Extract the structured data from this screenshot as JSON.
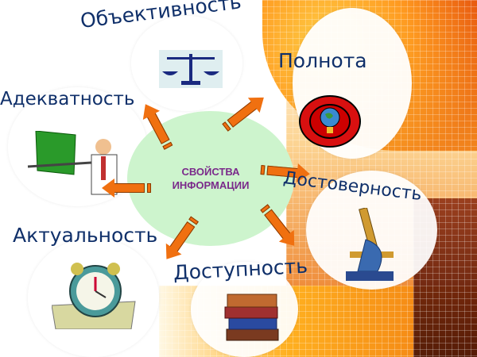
{
  "center": {
    "line1": "СВОЙСТВА",
    "line2": "ИНФОРМАЦИИ"
  },
  "properties": [
    {
      "label": "Объективность",
      "icon": "scales-icon"
    },
    {
      "label": "Полнота",
      "icon": "globe-icon"
    },
    {
      "label": "Адекватность",
      "icon": "teacher-icon"
    },
    {
      "label": "Достоверность",
      "icon": "microscope-icon"
    },
    {
      "label": "Актуальность",
      "icon": "alarm-clock-icon"
    },
    {
      "label": "Доступность",
      "icon": "books-icon"
    }
  ],
  "colors": {
    "center_fill": "#cdf4cd",
    "center_text": "#7a2a8a",
    "label_text": "#10306a",
    "arrow": "#f07010"
  }
}
